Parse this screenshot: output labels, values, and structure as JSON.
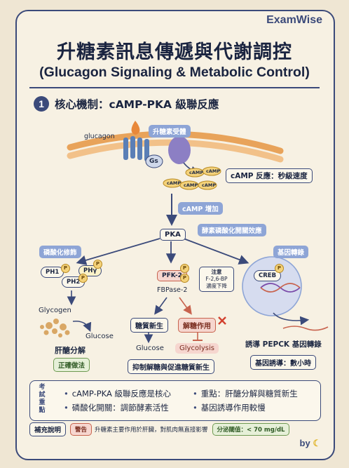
{
  "brand": "ExamWise",
  "title": {
    "zh": "升糖素訊息傳遞與代謝調控",
    "en": "(Glucagon Signaling & Metabolic Control)"
  },
  "section": {
    "number": "1",
    "label": "核心機制：cAMP-PKA 級聯反應"
  },
  "diagram": {
    "glucagon": "glucagon",
    "receptor": "升糖素受體",
    "gs": "Gs",
    "camp": "cAMP",
    "camp_reaction": "cAMP 反應：秒級速度",
    "camp_increase": "cAMP 增加",
    "pka": "PKA",
    "enzyme_phos_effect": "酵素磷酸化開關效應",
    "phosphorylation_modification": "磷酸化修飾",
    "gene_transcription": "基因轉錄",
    "ph1": "PH1",
    "phy": "PHγ",
    "ph2": "PH2",
    "p": "P",
    "glycogen": "Glycogen",
    "glucose": "Glucose",
    "glycogenolysis": "肝醣分解",
    "correct_practice": "正確做法",
    "pfk2": "PFK-2",
    "fbpase2": "FBPase-2",
    "attention_title": "注意",
    "attention_line1": "F-2,6-BP",
    "attention_line2": "濃度下降",
    "gluconeogenesis": "糖質新生",
    "glycolysis_effect": "解糖作用",
    "glycolysis": "Glycolysis",
    "inhibit_promote": "抑制解糖與促進糖質新生",
    "creb": "CREB",
    "induce_pepck": "誘導 PEPCK 基因轉錄",
    "gene_induction": "基因誘導：數小時"
  },
  "summary": {
    "tag": "考試重點",
    "items": [
      "cAMP-PKA 級聯反應是核心",
      "重點：肝醣分解與糖質新生",
      "磷酸化開關：調節酵素活性",
      "基因誘導作用較慢"
    ]
  },
  "notes": {
    "label": "補充說明",
    "warning_badge": "警告",
    "warning_text": "升糖素主要作用於肝臟，對肌肉無直接影響",
    "threshold": "分泌閾值：< 70 mg/dL"
  },
  "signature": "by",
  "colors": {
    "navy": "#3b4a7a",
    "accent_blue": "#8ea5d6",
    "orange": "#e8883a",
    "red": "#c8634e",
    "green": "#6f9a52",
    "camp_yellow": "#f4d27a"
  }
}
